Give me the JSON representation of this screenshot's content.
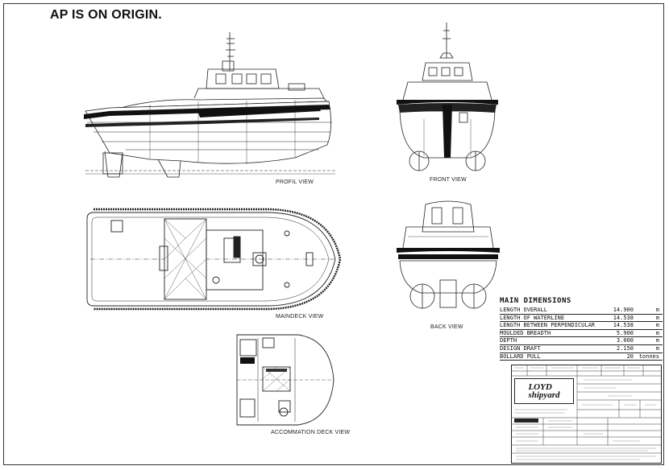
{
  "heading": "AP IS ON ORIGIN.",
  "views": {
    "profile": "PROFIL VIEW",
    "front": "FRONT VIEW",
    "maindeck": "MAINDECK VIEW",
    "back": "BACK VIEW",
    "accommodation": "ACCOMMATION DECK VIEW"
  },
  "dimensions": {
    "title": "MAIN DIMENSIONS",
    "rows": [
      {
        "name": "LENGTH OVERALL",
        "value": "14.900",
        "unit": "m"
      },
      {
        "name": "LENGTH OF WATERLINE",
        "value": "14.538",
        "unit": "m"
      },
      {
        "name": "LENGTH BETWEEN PERPENDICULAR",
        "value": "14.538",
        "unit": "m"
      },
      {
        "name": "MOULDED BREADTH",
        "value": "5.900",
        "unit": "m"
      },
      {
        "name": "DEPTH",
        "value": "3.000",
        "unit": "m"
      },
      {
        "name": "DESIGN DRAFT",
        "value": "2.150",
        "unit": "m"
      },
      {
        "name": "BOLLARD PULL",
        "value": "20",
        "unit": "tonnes"
      }
    ]
  },
  "title_block": {
    "logo_line1": "LOYD",
    "logo_line2": "shipyard"
  },
  "colors": {
    "line": "#222222",
    "fill_dark": "#111111",
    "hatch": "#555555"
  }
}
